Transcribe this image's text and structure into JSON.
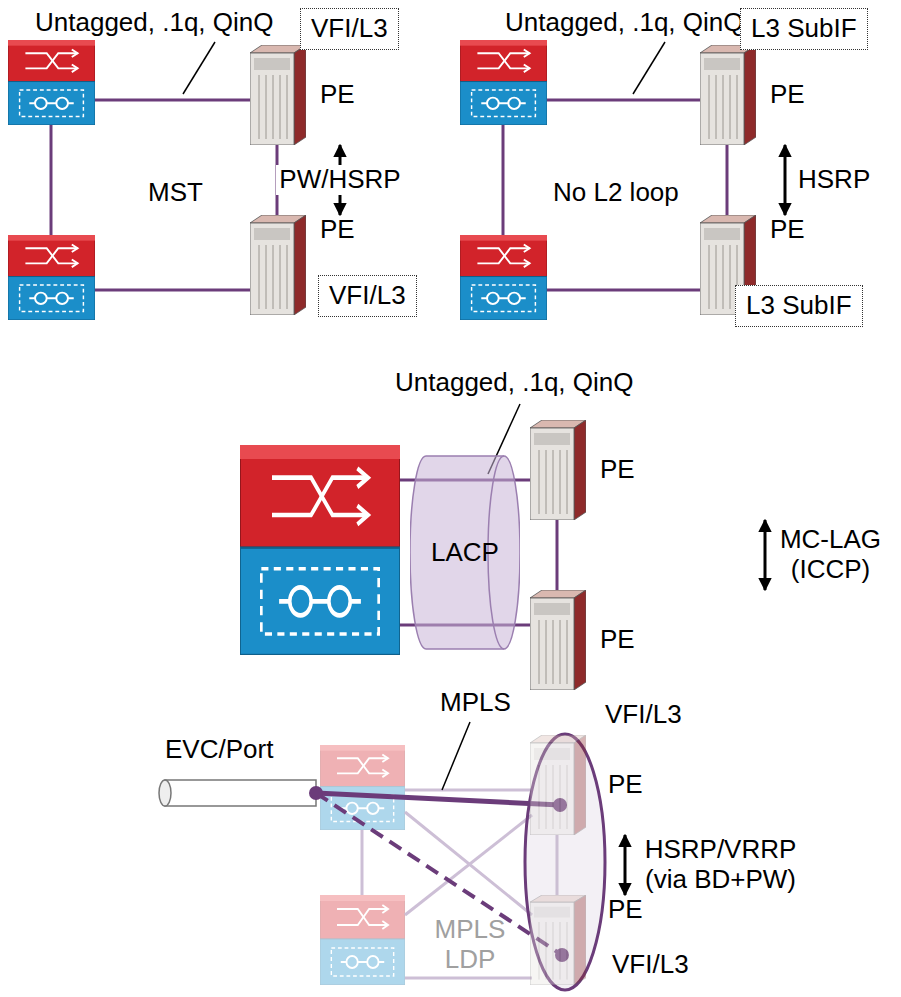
{
  "diagram": {
    "nodes": [
      {
        "text": [
          "VFI/L3"
        ]
      },
      {
        "text": [
          "PE"
        ]
      },
      {
        "text": [
          "PE"
        ]
      },
      {
        "text": [
          "VFI/L3"
        ]
      },
      {
        "text": [
          "L3 SubIF"
        ]
      },
      {
        "text": [
          "PE"
        ]
      },
      {
        "text": [
          "PE"
        ]
      },
      {
        "text": [
          "L3 SubIF"
        ]
      },
      {
        "text": [
          "LACP"
        ]
      },
      {
        "text": [
          "PE"
        ]
      },
      {
        "text": [
          "PE"
        ]
      },
      {
        "text": [
          "PE"
        ]
      },
      {
        "text": [
          "PE"
        ]
      }
    ],
    "edges": [
      {
        "from": 1,
        "to": 2,
        "arrow": "both",
        "label": "PW/HSRP"
      },
      {
        "from": 1,
        "to": 2,
        "arrow": "none"
      },
      {
        "from": 5,
        "to": 6,
        "arrow": "both",
        "label": "HSRP"
      },
      {
        "from": 5,
        "to": 6,
        "arrow": "none"
      },
      {
        "from": 9,
        "to": 10,
        "arrow": "both",
        "label": "MC-LAG (ICCP)"
      },
      {
        "from": 9,
        "to": 10,
        "arrow": "none"
      },
      {
        "from": 11,
        "to": 12,
        "arrow": "both",
        "label": "HSRP/VRRP (via BD+PW)"
      },
      {
        "from": 11,
        "to": 12,
        "arrow": "none"
      }
    ],
    "labels": [
      "Untagged, .1q, QinQ",
      "Untagged, .1q, QinQ",
      "MST",
      "No L2 loop",
      "Untagged, .1q, QinQ",
      "EVC/Port",
      "MPLS",
      "MPLS LDP",
      "VFI/L3",
      "VFI/L3"
    ]
  }
}
